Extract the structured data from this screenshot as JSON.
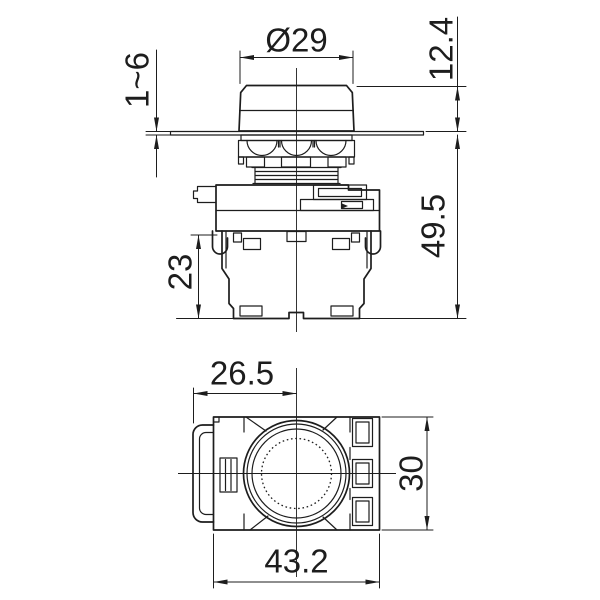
{
  "drawing": {
    "background_color": "#ffffff",
    "line_color": "#1d1d1d",
    "views": {
      "side_view": "push-button side elevation with panel mount",
      "front_view": "push-button front face with mounting latch and terminal slots"
    },
    "dimensions": {
      "button_diameter": "Ø29",
      "head_height": "12.4",
      "panel_thickness": "1~6",
      "mount_depth": "49.5",
      "contact_block_height": "23",
      "center_offset": "26.5",
      "body_height": "30",
      "body_width": "43.2"
    }
  }
}
